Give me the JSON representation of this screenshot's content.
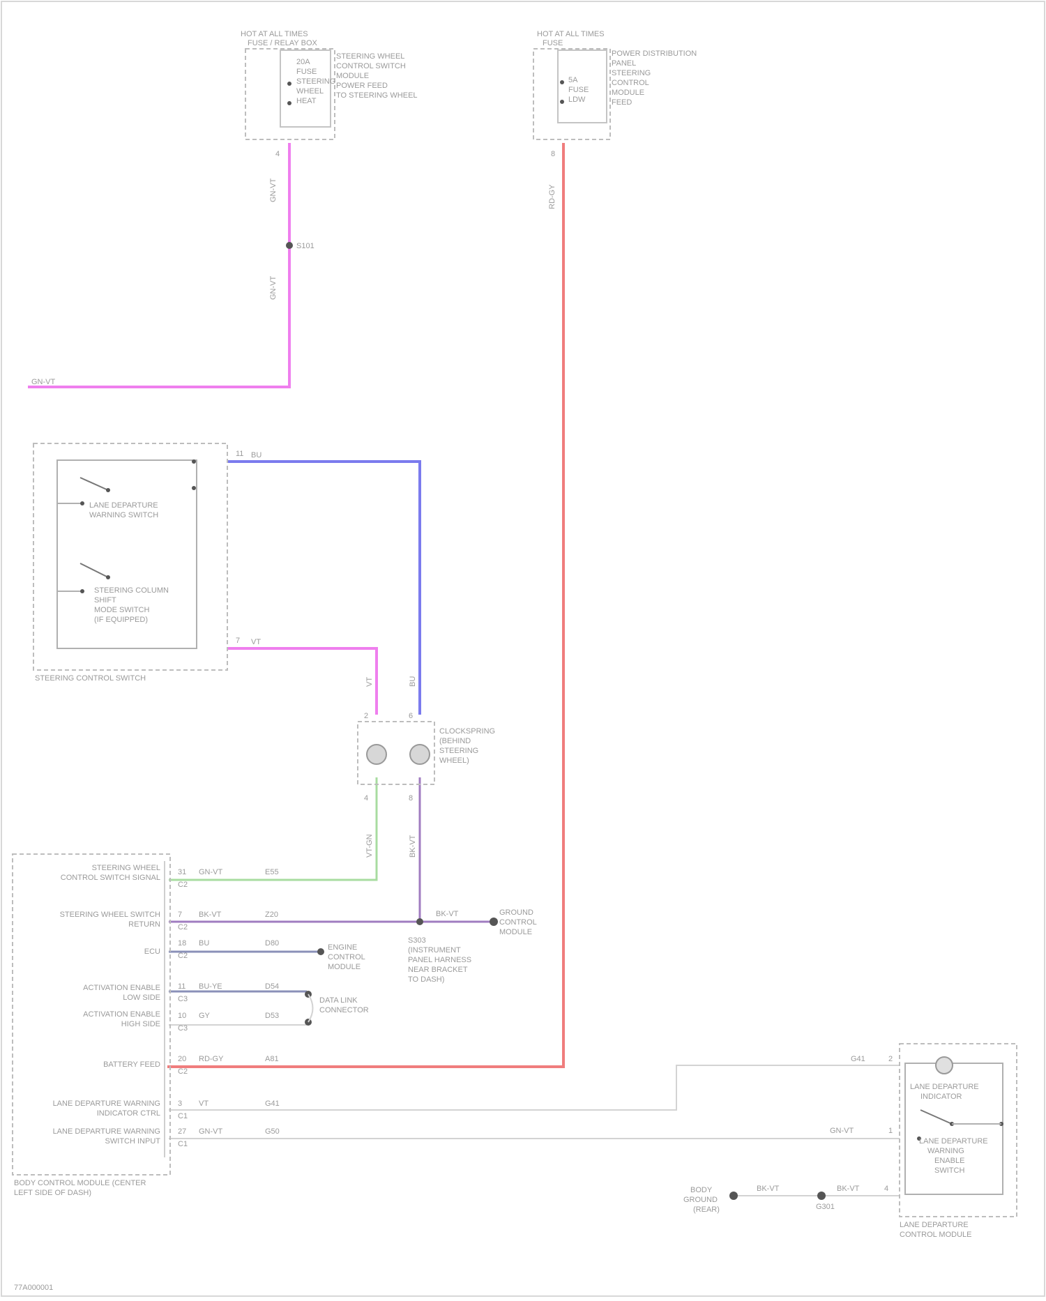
{
  "colors": {
    "pink": "#ef7fee",
    "blue": "#7b7bee",
    "red": "#f07d7d",
    "green": "#a8dca0",
    "purple": "#a07cc0",
    "slate": "#8a90b8",
    "gray": "#d3d3d3",
    "text": "#9a9a9a"
  },
  "fuse_left": {
    "header": "HOT AT ALL TIMES",
    "name": "FUSE / RELAY BOX",
    "lines": [
      "20A",
      "FUSE",
      "STEERING",
      "WHEEL",
      "HEAT"
    ],
    "desc": [
      "STEERING WHEEL",
      "CONTROL SWITCH",
      "MODULE",
      "POWER FEED",
      "TO STEERING WHEEL"
    ],
    "pin": "4"
  },
  "fuse_right": {
    "header": "HOT AT ALL TIMES",
    "name": "FUSE",
    "lines": [
      "5A",
      "FUSE",
      "LDW"
    ],
    "desc": [
      "POWER DISTRIBUTION",
      "PANEL",
      "STEERING",
      "CONTROL",
      "MODULE",
      "FEED"
    ],
    "pin": "8"
  },
  "wires": {
    "left_wire_a": "GN-VT",
    "splice": "S101",
    "left_wire_b": "GN-VT",
    "left_run": "GN-VT",
    "right_wire": "RD-GY",
    "blue_label": "BU",
    "pink_label": "VT",
    "lower_left": "VT-GN",
    "lower_right": "BK-VT"
  },
  "switch_module": {
    "name": "STEERING CONTROL SWITCH",
    "switch1": [
      "LANE DEPARTURE",
      "WARNING SWITCH"
    ],
    "switch2": [
      "STEERING COLUMN",
      "SHIFT",
      "MODE SWITCH",
      "(IF EQUIPPED)"
    ],
    "pin_top": "11",
    "pin_bottom": "7"
  },
  "clockspring": {
    "label": [
      "CLOCKSPRING",
      "(BEHIND",
      "STEERING",
      "WHEEL)"
    ],
    "pins_top": [
      "2",
      "6"
    ],
    "pins_bottom": [
      "4",
      "8"
    ]
  },
  "bcm": {
    "name": [
      "BODY CONTROL MODULE (CENTER",
      "LEFT SIDE OF DASH)"
    ],
    "rows": [
      {
        "label": [
          "STEERING WHEEL",
          "CONTROL SWITCH SIGNAL"
        ],
        "pin": "31",
        "conn": "C2",
        "wire": "GN-VT",
        "circuit": "E55"
      },
      {
        "label": [
          "STEERING WHEEL SWITCH",
          "RETURN"
        ],
        "pin": "7",
        "conn": "C2",
        "wire": "BK-VT",
        "circuit": "Z20"
      },
      {
        "label": [
          "ECU"
        ],
        "pin": "18",
        "conn": "C2",
        "wire": "BU",
        "circuit": "D80"
      },
      {
        "label": [
          "ACTIVATION ENABLE",
          "LOW SIDE"
        ],
        "pin": "11",
        "conn": "C3",
        "wire": "BU-YE",
        "circuit": "D54"
      },
      {
        "label": [
          "ACTIVATION ENABLE",
          "HIGH SIDE"
        ],
        "pin": "10",
        "conn": "C3",
        "wire": "GY",
        "circuit": "D53"
      },
      {
        "label": [
          "BATTERY FEED"
        ],
        "pin": "20",
        "conn": "C2",
        "wire": "RD-GY",
        "circuit": "A81"
      },
      {
        "label": [
          "LANE DEPARTURE WARNING",
          "INDICATOR CTRL"
        ],
        "pin": "3",
        "conn": "C1",
        "wire": "VT",
        "circuit": "G41"
      },
      {
        "label": [
          "LANE DEPARTURE WARNING",
          "SWITCH INPUT"
        ],
        "pin": "27",
        "conn": "C1",
        "wire": "GN-VT",
        "circuit": "G50"
      }
    ],
    "ground_run": "BK-VT",
    "ground_label": [
      "GROUND",
      "CONTROL",
      "MODULE"
    ],
    "splice_label": [
      "S303",
      "(INSTRUMENT",
      "PANEL HARNESS",
      "NEAR BRACKET",
      "TO DASH)"
    ],
    "d80_dest": [
      "ENGINE",
      "CONTROL",
      "MODULE"
    ],
    "d54_dest": [
      "DATA LINK",
      "CONNECTOR"
    ]
  },
  "right_module": {
    "name": [
      "LANE DEPARTURE",
      "CONTROL MODULE"
    ],
    "indicator": [
      "LANE DEPARTURE",
      "INDICATOR"
    ],
    "switch": [
      "LANE DEPARTURE",
      "WARNING",
      "ENABLE",
      "SWITCH"
    ],
    "wire_top": "G41",
    "wire_mid": "GN-VT",
    "wire_bottom": "BK-VT",
    "pin_top": "2",
    "pin_mid": "1",
    "pin_bottom": "4"
  },
  "ground": {
    "left": [
      "BODY",
      "GROUND",
      "(REAR)"
    ],
    "wire": "BK-VT",
    "splice": "G301"
  },
  "footer": "77A000001"
}
